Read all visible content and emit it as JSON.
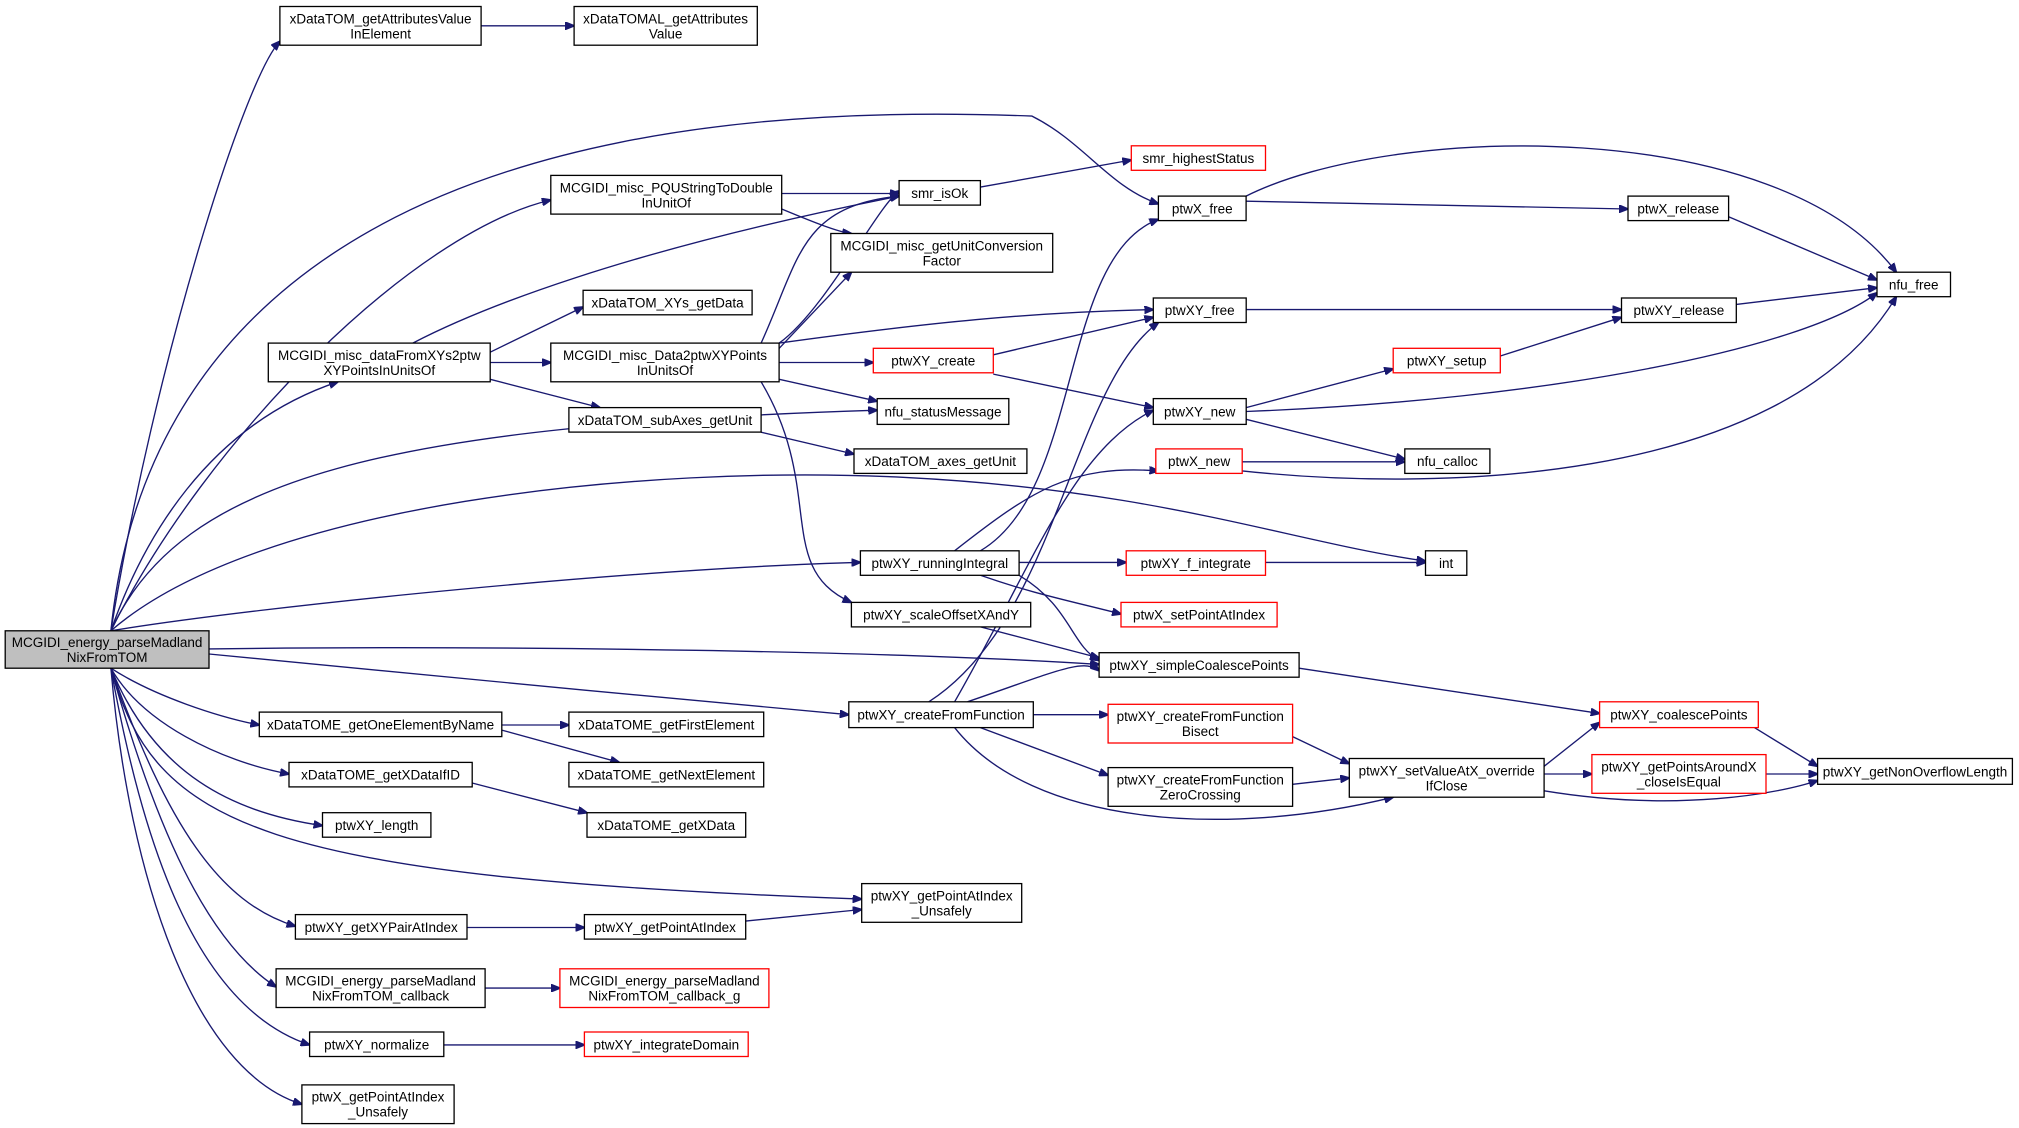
{
  "diagram": {
    "type": "call-graph",
    "colors": {
      "edge": "#191970",
      "root_fill": "#bfbfbf",
      "node_border": "#000000",
      "external_border": "#ff0000",
      "background": "#ffffff"
    },
    "nodes": [
      {
        "id": "root",
        "lines": [
          "MCGIDI_energy_parseMadland",
          "NixFromTOM"
        ],
        "style": "root"
      },
      {
        "id": "getAttrInEl",
        "lines": [
          "xDataTOM_getAttributesValue",
          "InElement"
        ],
        "style": "normal"
      },
      {
        "id": "tomalGetAttr",
        "lines": [
          "xDataTOMAL_getAttributes",
          "Value"
        ],
        "style": "normal"
      },
      {
        "id": "pqu",
        "lines": [
          "MCGIDI_misc_PQUStringToDouble",
          "InUnitOf"
        ],
        "style": "normal"
      },
      {
        "id": "smrIsOk",
        "lines": [
          "smr_isOk"
        ],
        "style": "normal"
      },
      {
        "id": "smrHighest",
        "lines": [
          "smr_highestStatus"
        ],
        "style": "external"
      },
      {
        "id": "unitConv",
        "lines": [
          "MCGIDI_misc_getUnitConversion",
          "Factor"
        ],
        "style": "normal"
      },
      {
        "id": "ptwXfree",
        "lines": [
          "ptwX_free"
        ],
        "style": "normal"
      },
      {
        "id": "ptwXrelease",
        "lines": [
          "ptwX_release"
        ],
        "style": "normal"
      },
      {
        "id": "nfuFree",
        "lines": [
          "nfu_free"
        ],
        "style": "normal"
      },
      {
        "id": "xysGetData",
        "lines": [
          "xDataTOM_XYs_getData"
        ],
        "style": "normal"
      },
      {
        "id": "dataFromXYs",
        "lines": [
          "MCGIDI_misc_dataFromXYs2ptw",
          "XYPointsInUnitsOf"
        ],
        "style": "normal"
      },
      {
        "id": "data2ptw",
        "lines": [
          "MCGIDI_misc_Data2ptwXYPoints",
          "InUnitsOf"
        ],
        "style": "normal"
      },
      {
        "id": "ptwXYfree",
        "lines": [
          "ptwXY_free"
        ],
        "style": "normal"
      },
      {
        "id": "ptwXYrelease",
        "lines": [
          "ptwXY_release"
        ],
        "style": "normal"
      },
      {
        "id": "ptwXYcreate",
        "lines": [
          "ptwXY_create"
        ],
        "style": "external"
      },
      {
        "id": "ptwXYsetup",
        "lines": [
          "ptwXY_setup"
        ],
        "style": "external"
      },
      {
        "id": "subAxes",
        "lines": [
          "xDataTOM_subAxes_getUnit"
        ],
        "style": "normal"
      },
      {
        "id": "nfuStatus",
        "lines": [
          "nfu_statusMessage"
        ],
        "style": "normal"
      },
      {
        "id": "ptwXYnew",
        "lines": [
          "ptwXY_new"
        ],
        "style": "normal"
      },
      {
        "id": "axesGetUnit",
        "lines": [
          "xDataTOM_axes_getUnit"
        ],
        "style": "normal"
      },
      {
        "id": "ptwXnew",
        "lines": [
          "ptwX_new"
        ],
        "style": "external"
      },
      {
        "id": "nfuCalloc",
        "lines": [
          "nfu_calloc"
        ],
        "style": "normal"
      },
      {
        "id": "runInt",
        "lines": [
          "ptwXY_runningIntegral"
        ],
        "style": "normal"
      },
      {
        "id": "fIntegrate",
        "lines": [
          "ptwXY_f_integrate"
        ],
        "style": "external"
      },
      {
        "id": "int",
        "lines": [
          "int"
        ],
        "style": "normal"
      },
      {
        "id": "setPointAt",
        "lines": [
          "ptwX_setPointAtIndex"
        ],
        "style": "external"
      },
      {
        "id": "scaleOffset",
        "lines": [
          "ptwXY_scaleOffsetXAndY"
        ],
        "style": "normal"
      },
      {
        "id": "simpleCoalesce",
        "lines": [
          "ptwXY_simpleCoalescePoints"
        ],
        "style": "normal"
      },
      {
        "id": "coalesce",
        "lines": [
          "ptwXY_coalescePoints"
        ],
        "style": "external"
      },
      {
        "id": "createFromFn",
        "lines": [
          "ptwXY_createFromFunction"
        ],
        "style": "normal"
      },
      {
        "id": "createBisect",
        "lines": [
          "ptwXY_createFromFunction",
          "Bisect"
        ],
        "style": "external"
      },
      {
        "id": "createZero",
        "lines": [
          "ptwXY_createFromFunction",
          "ZeroCrossing"
        ],
        "style": "normal"
      },
      {
        "id": "setValueAtX",
        "lines": [
          "ptwXY_setValueAtX_override",
          "IfClose"
        ],
        "style": "normal"
      },
      {
        "id": "pointsAround",
        "lines": [
          "ptwXY_getPointsAroundX",
          "_closeIsEqual"
        ],
        "style": "external"
      },
      {
        "id": "nonOverflow",
        "lines": [
          "ptwXY_getNonOverflowLength"
        ],
        "style": "normal"
      },
      {
        "id": "oneElByName",
        "lines": [
          "xDataTOME_getOneElementByName"
        ],
        "style": "normal"
      },
      {
        "id": "firstEl",
        "lines": [
          "xDataTOME_getFirstElement"
        ],
        "style": "normal"
      },
      {
        "id": "xDataIfID",
        "lines": [
          "xDataTOME_getXDataIfID"
        ],
        "style": "normal"
      },
      {
        "id": "nextEl",
        "lines": [
          "xDataTOME_getNextElement"
        ],
        "style": "normal"
      },
      {
        "id": "xyLength",
        "lines": [
          "ptwXY_length"
        ],
        "style": "normal"
      },
      {
        "id": "getXData",
        "lines": [
          "xDataTOME_getXData"
        ],
        "style": "normal"
      },
      {
        "id": "ptUnsafely",
        "lines": [
          "ptwXY_getPointAtIndex",
          "_Unsafely"
        ],
        "style": "normal"
      },
      {
        "id": "xyPairAt",
        "lines": [
          "ptwXY_getXYPairAtIndex"
        ],
        "style": "normal"
      },
      {
        "id": "ptAt",
        "lines": [
          "ptwXY_getPointAtIndex"
        ],
        "style": "normal"
      },
      {
        "id": "callback",
        "lines": [
          "MCGIDI_energy_parseMadland",
          "NixFromTOM_callback"
        ],
        "style": "normal"
      },
      {
        "id": "callbackG",
        "lines": [
          "MCGIDI_energy_parseMadland",
          "NixFromTOM_callback_g"
        ],
        "style": "external"
      },
      {
        "id": "normalize",
        "lines": [
          "ptwXY_normalize"
        ],
        "style": "normal"
      },
      {
        "id": "integDomain",
        "lines": [
          "ptwXY_integrateDomain"
        ],
        "style": "external"
      },
      {
        "id": "xUnsafely",
        "lines": [
          "ptwX_getPointAtIndex",
          "_Unsafely"
        ],
        "style": "normal"
      }
    ]
  }
}
